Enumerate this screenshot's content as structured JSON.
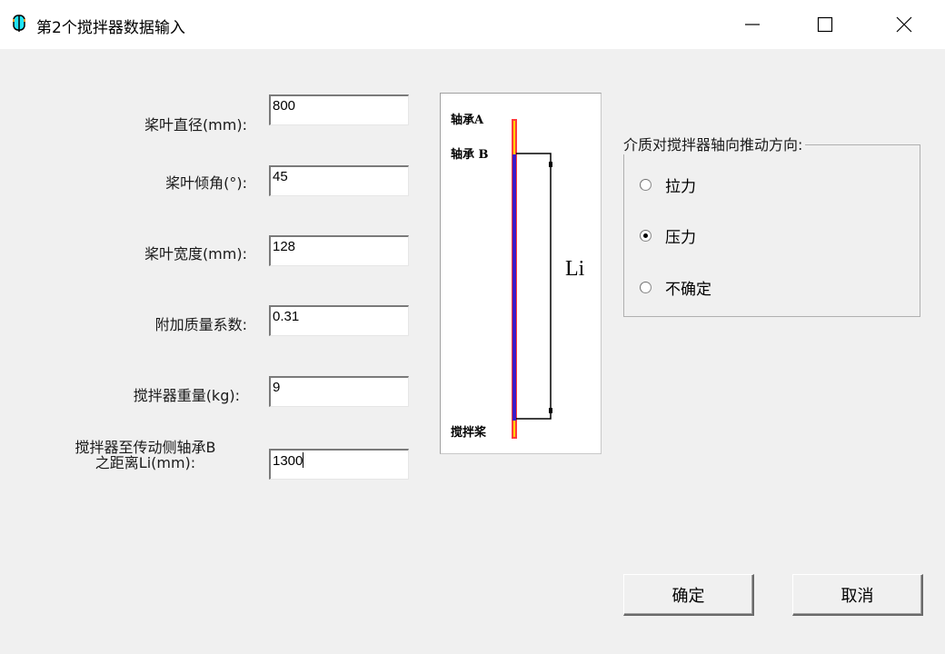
{
  "window": {
    "title": "第2个搅拌器数据输入",
    "icon": "app-stirrer-icon",
    "controls": {
      "minimize": "—",
      "maximize": "☐",
      "close": "✕"
    }
  },
  "form": {
    "fields": [
      {
        "label": "桨叶直径(mm):",
        "value": "800"
      },
      {
        "label": "桨叶倾角(°):",
        "value": "45"
      },
      {
        "label": "桨叶宽度(mm):",
        "value": "128"
      },
      {
        "label": "附加质量系数:",
        "value": "0.31"
      },
      {
        "label": "搅拌器重量(kg):",
        "value": "9"
      },
      {
        "label_line1": "搅拌器至传动侧轴承B",
        "label_line2": "之距离Li(mm):",
        "value": "1300"
      }
    ]
  },
  "diagram": {
    "bearing_a": "轴承A",
    "bearing_b": "轴承 B",
    "stirrer": "搅拌桨",
    "distance": "Li",
    "colors": {
      "shaft_outer": "#ff3b3b",
      "shaft_inner": "#ffd400",
      "shaft_span": "#3a1cc8",
      "line": "#000000"
    }
  },
  "direction_group": {
    "title": "介质对搅拌器轴向推动方向:",
    "options": [
      {
        "label": "拉力",
        "checked": false
      },
      {
        "label": "压力",
        "checked": true
      },
      {
        "label": "不确定",
        "checked": false
      }
    ]
  },
  "buttons": {
    "ok": "确定",
    "cancel": "取消"
  }
}
